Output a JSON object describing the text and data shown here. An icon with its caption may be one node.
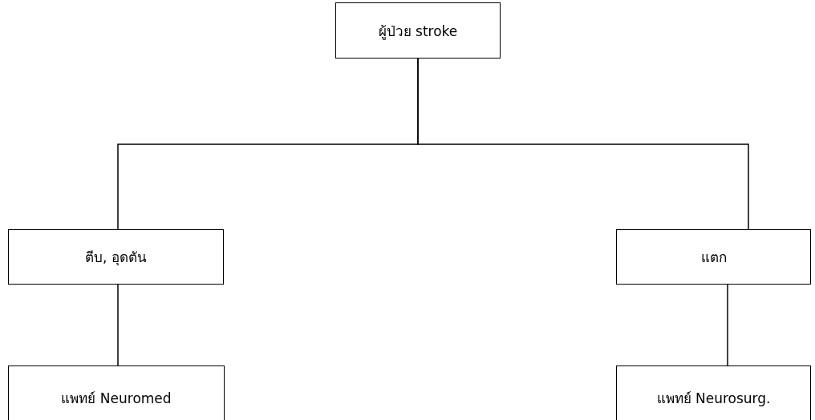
{
  "diagram": {
    "nodes": [
      {
        "text": [
          "ผู้ป่วย stroke"
        ]
      },
      {
        "text": [
          "ตีบ, อุดตัน"
        ]
      },
      {
        "text": [
          "แตก"
        ]
      },
      {
        "text": [
          "แพทย์ Neuromed"
        ]
      },
      {
        "text": [
          "แพทย์ Neurosurg."
        ]
      }
    ],
    "edges": [
      {
        "from": 0,
        "to": 1,
        "arrow": "none"
      },
      {
        "from": 0,
        "to": 2,
        "arrow": "none"
      },
      {
        "from": 1,
        "to": 3,
        "arrow": "none"
      },
      {
        "from": 2,
        "to": 4,
        "arrow": "none"
      }
    ]
  }
}
